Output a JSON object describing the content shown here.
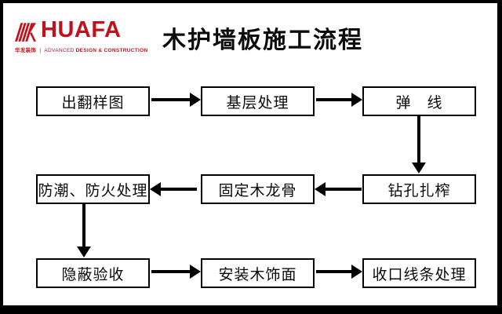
{
  "logo": {
    "brand": "HUAFA",
    "tagline_cn": "华发装饰",
    "tagline_divider": "|",
    "tagline_en_regular": "ADVANCED",
    "tagline_en_bold": "DESIGN & CONSTRUCTION",
    "brand_color": "#c1121c"
  },
  "title": "木护墙板施工流程",
  "flowchart": {
    "rows": [
      {
        "cells": [
          "出翻样图",
          "基层处理",
          "弹　线"
        ]
      },
      {
        "cells": [
          "防潮、防火处理",
          "固定木龙骨",
          "钻孔扎榨"
        ]
      },
      {
        "cells": [
          "隐蔽验收",
          "安装木饰面",
          "收口线条处理"
        ]
      }
    ],
    "sequence": [
      "出翻样图",
      "基层处理",
      "弹　线",
      "钻孔扎榨",
      "固定木龙骨",
      "防潮、防火处理",
      "隐蔽验收",
      "安装木饰面",
      "收口线条处理"
    ],
    "arrow_directions": [
      "right",
      "right",
      "down",
      "left",
      "left",
      "down",
      "right",
      "right"
    ],
    "colors": {
      "box_border": "#000000",
      "box_fill": "#ffffff",
      "arrow": "#000000",
      "frame": "#000000"
    }
  }
}
